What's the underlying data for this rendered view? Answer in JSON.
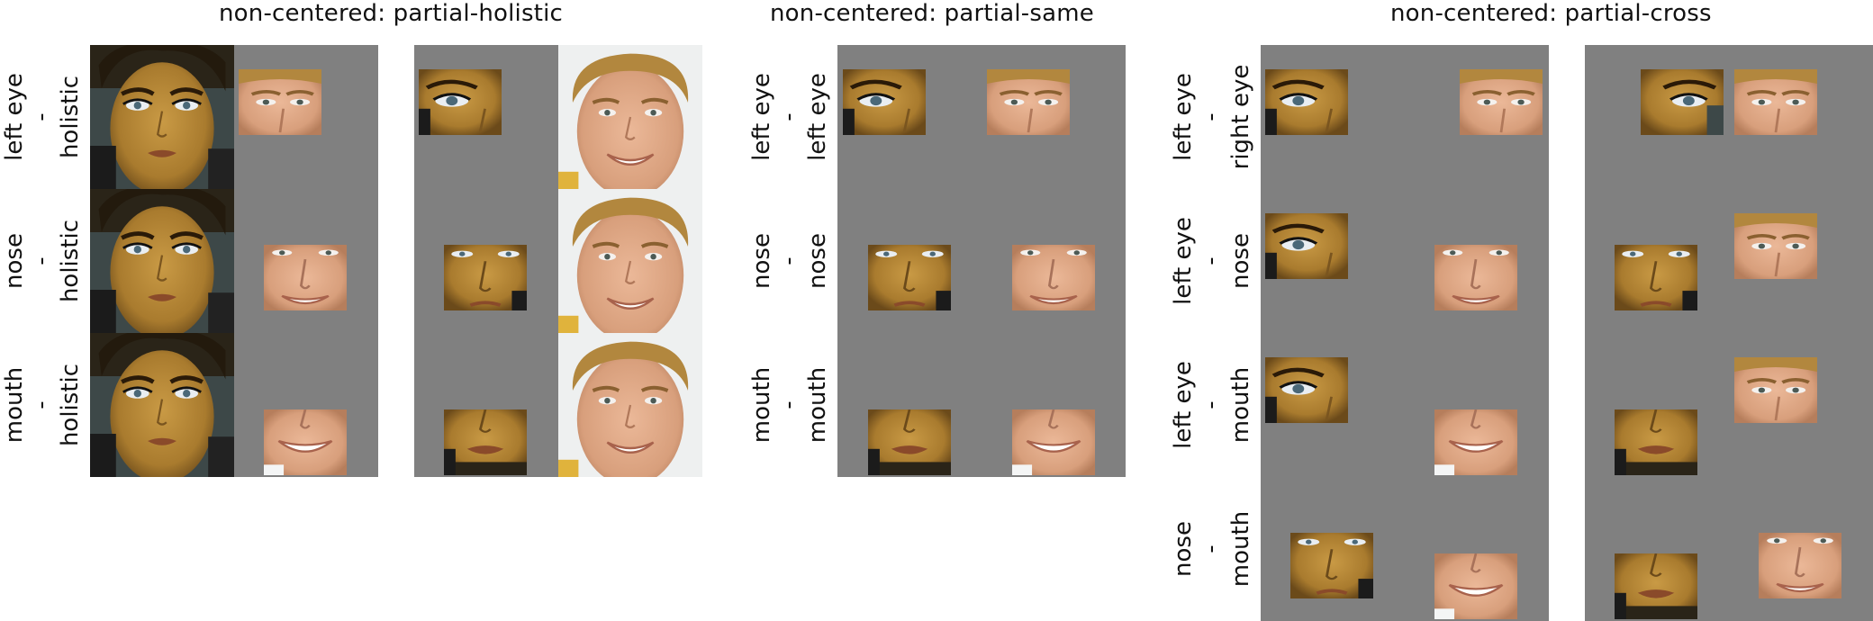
{
  "titles": {
    "holistic": "non-centered: partial-holistic",
    "same": "non-centered: partial-same",
    "cross": "non-centered: partial-cross"
  },
  "holistic_rows": [
    {
      "a": "left eye",
      "dash": "-",
      "b": "holistic"
    },
    {
      "a": "nose",
      "dash": "-",
      "b": "holistic"
    },
    {
      "a": "mouth",
      "dash": "-",
      "b": "holistic"
    }
  ],
  "same_rows": [
    {
      "a": "left eye",
      "dash": "-",
      "b": "left eye"
    },
    {
      "a": "nose",
      "dash": "-",
      "b": "nose"
    },
    {
      "a": "mouth",
      "dash": "-",
      "b": "mouth"
    }
  ],
  "cross_rows": [
    {
      "a": "left eye",
      "dash": "-",
      "b": "right eye"
    },
    {
      "a": "left eye",
      "dash": "-",
      "b": "nose"
    },
    {
      "a": "left eye",
      "dash": "-",
      "b": "mouth"
    },
    {
      "a": "nose",
      "dash": "-",
      "b": "mouth"
    }
  ],
  "colors": {
    "background_gray": "#808080",
    "female_skin": "#b58a3a",
    "male_skin": "#e0ab8a"
  },
  "icons": {
    "female_face": "female-face-photo",
    "male_face": "male-face-photo"
  }
}
